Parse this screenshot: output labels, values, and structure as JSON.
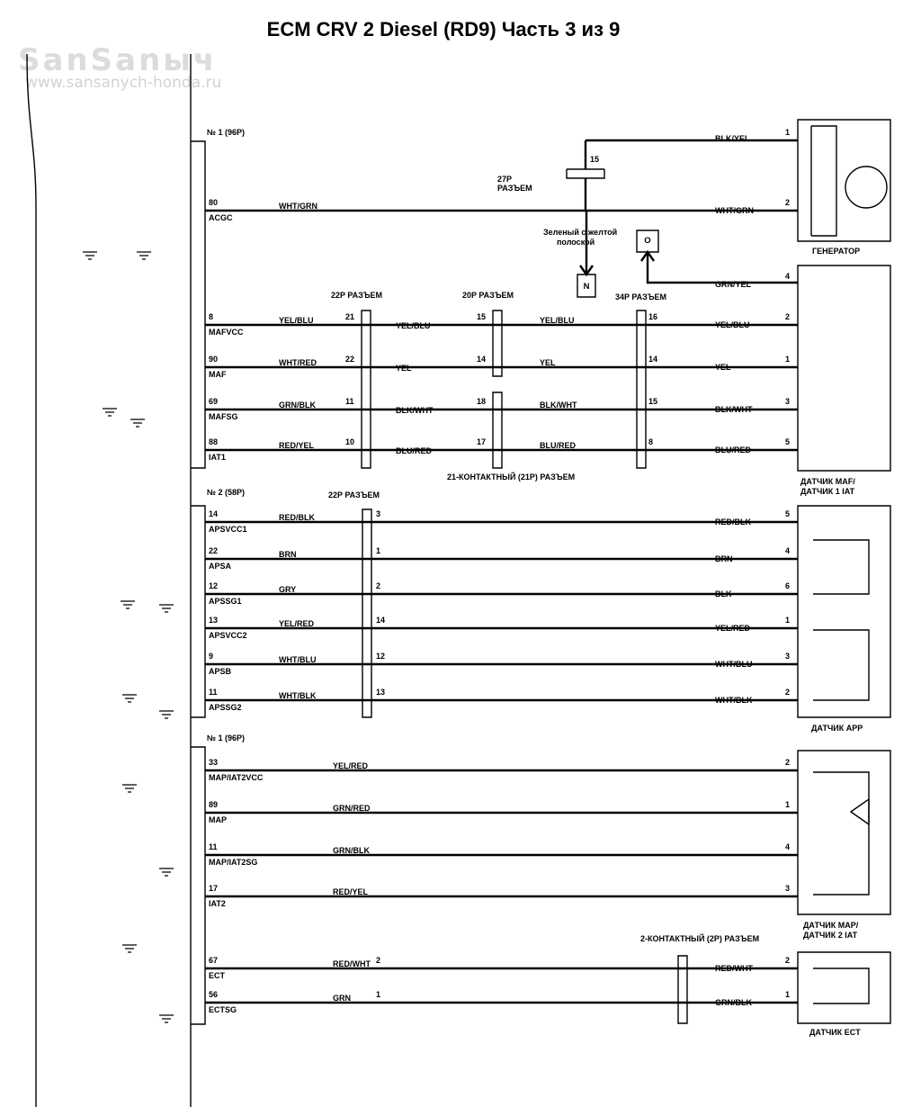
{
  "title": "ECM CRV 2 Diesel (RD9) Часть 3 из 9",
  "watermark": {
    "logo": "SanSanыч",
    "url": "www.sansanych-honda.ru"
  },
  "connectors": {
    "ecm_96p": "№ 1 (96P)",
    "ecm_58p": "№ 2 (58P)",
    "ecm_96p_b": "№ 1 (96P)",
    "c27p": "27P\nРАЗЪЕМ",
    "c22p_a": "22P РАЗЪЕМ",
    "c20p": "20P РАЗЪЕМ",
    "c34p": "34P РАЗЪЕМ",
    "c21p": "21-КОНТАКТНЫЙ (21P) РАЗЪЕМ",
    "c22p_b": "22P РАЗЪЕМ",
    "c2p": "2-КОНТАКТНЫЙ (2P) РАЗЪЕМ"
  },
  "notes": {
    "green_yellow": "Зеленый с желтой\nполоской"
  },
  "refs": {
    "n": "N",
    "o": "O"
  },
  "components": {
    "generator": "ГЕНЕРАТОР",
    "maf_iat1": "ДАТЧИК MAF/\nДАТЧИК 1 IAT",
    "app": "ДАТЧИК APP",
    "map_iat2": "ДАТЧИК MAP/\nДАТЧИК 2 IAT",
    "ect": "ДАТЧИК ECT"
  },
  "misc_pins": {
    "c27p_pin": "15",
    "gen_pin1": "1",
    "gen_pin1_wire": "BLK/YEL",
    "gen_o_pin": "4",
    "gen_o_wire": "GRN/YEL"
  },
  "circuits": [
    {
      "pin": "80",
      "name": "ACGC",
      "w1": "WHT/GRN",
      "p1": "",
      "w2": "",
      "p2": "",
      "w3": "",
      "p3": "",
      "w4": "WHT/GRN",
      "cp": "2"
    },
    {
      "pin": "8",
      "name": "MAFVCC",
      "w1": "YEL/BLU",
      "p1": "21",
      "w2": "YEL/BLU",
      "p2": "15",
      "w3": "YEL/BLU",
      "p3": "16",
      "w4": "YEL/BLU",
      "cp": "2"
    },
    {
      "pin": "90",
      "name": "MAF",
      "w1": "WHT/RED",
      "p1": "22",
      "w2": "YEL",
      "p2": "14",
      "w3": "YEL",
      "p3": "14",
      "w4": "YEL",
      "cp": "1"
    },
    {
      "pin": "69",
      "name": "MAFSG",
      "w1": "GRN/BLK",
      "p1": "11",
      "w2": "BLK/WHT",
      "p2": "18",
      "w3": "BLK/WHT",
      "p3": "15",
      "w4": "BLK/WHT",
      "cp": "3"
    },
    {
      "pin": "88",
      "name": "IAT1",
      "w1": "RED/YEL",
      "p1": "10",
      "w2": "BLU/RED",
      "p2": "17",
      "w3": "BLU/RED",
      "p3": "8",
      "w4": "BLU/RED",
      "cp": "5"
    },
    {
      "pin": "14",
      "name": "APSVCC1",
      "w1": "RED/BLK",
      "p1": "3",
      "w4": "RED/BLK",
      "cp": "5"
    },
    {
      "pin": "22",
      "name": "APSA",
      "w1": "BRN",
      "p1": "1",
      "w4": "BRN",
      "cp": "4"
    },
    {
      "pin": "12",
      "name": "APSSG1",
      "w1": "GRY",
      "p1": "2",
      "w4": "BLK",
      "cp": "6"
    },
    {
      "pin": "13",
      "name": "APSVCC2",
      "w1": "YEL/RED",
      "p1": "14",
      "w4": "YEL/RED",
      "cp": "1"
    },
    {
      "pin": "9",
      "name": "APSB",
      "w1": "WHT/BLU",
      "p1": "12",
      "w4": "WHT/BLU",
      "cp": "3"
    },
    {
      "pin": "11",
      "name": "APSSG2",
      "w1": "WHT/BLK",
      "p1": "13",
      "w4": "WHT/BLK",
      "cp": "2"
    },
    {
      "pin": "33",
      "name": "MAP/IAT2VCC",
      "w1": "YEL/RED",
      "cp": "2"
    },
    {
      "pin": "89",
      "name": "MAP",
      "w1": "GRN/RED",
      "cp": "1"
    },
    {
      "pin": "11",
      "name": "MAP/IAT2SG",
      "w1": "GRN/BLK",
      "cp": "4"
    },
    {
      "pin": "17",
      "name": "IAT2",
      "w1": "RED/YEL",
      "cp": "3"
    },
    {
      "pin": "67",
      "name": "ECT",
      "w1": "RED/WHT",
      "p1": "2",
      "w4": "RED/WHT",
      "cp": "2"
    },
    {
      "pin": "56",
      "name": "ECTSG",
      "w1": "GRN",
      "p1": "1",
      "w4": "GRN/BLK",
      "cp": "1"
    }
  ]
}
